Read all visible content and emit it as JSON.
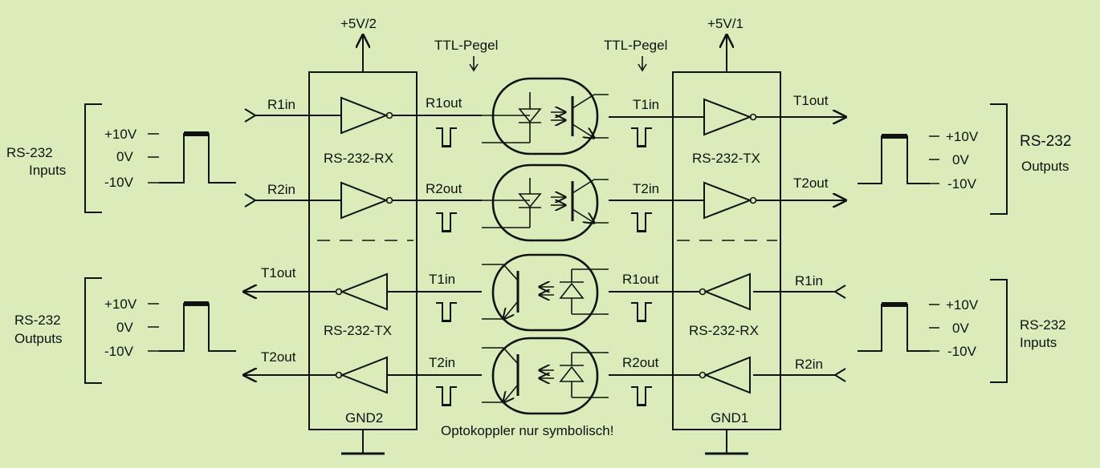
{
  "diagram": {
    "supply_left": "+5V/2",
    "supply_right": "+5V/1",
    "ttl_left": "TTL-Pegel",
    "ttl_right": "TTL-Pegel",
    "gnd_left": "GND2",
    "gnd_right": "GND1",
    "left_ic": {
      "rx_label": "RS-232-RX",
      "tx_label": "RS-232-TX"
    },
    "right_ic": {
      "tx_label": "RS-232-TX",
      "rx_label": "RS-232-RX"
    },
    "left_group_top": {
      "line1": "RS-232",
      "line2": "Inputs"
    },
    "left_group_bottom": {
      "line1": "RS-232",
      "line2": "Outputs"
    },
    "right_group_top": {
      "line1": "RS-232",
      "line2": "Outputs"
    },
    "right_group_bottom": {
      "line1": "RS-232",
      "line2": "Inputs"
    },
    "levels": {
      "high": "+10V",
      "zero": "0V",
      "low": "-10V"
    },
    "pins": {
      "r1in_l": "R1in",
      "r2in_l": "R2in",
      "t1out_l": "T1out",
      "t2out_l": "T2out",
      "r1out_l": "R1out",
      "r2out_l": "R2out",
      "t1in_l": "T1in",
      "t2in_l": "T2in",
      "t1in_r": "T1in",
      "t2in_r": "T2in",
      "r1out_r": "R1out",
      "r2out_r": "R2out",
      "t1out_r": "T1out",
      "t2out_r": "T2out",
      "r1in_r": "R1in",
      "r2in_r": "R2in"
    },
    "note": "Optokoppler nur symbolisch!"
  },
  "colors": {
    "background": "#d9ecb9",
    "ink": "#111111"
  }
}
